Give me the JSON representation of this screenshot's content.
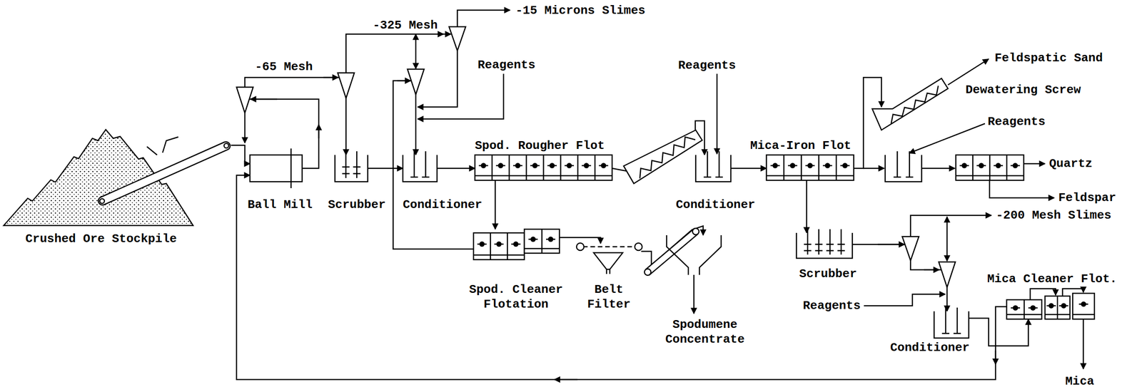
{
  "diagram": {
    "nodes": [
      {
        "text": [
          "Crushed Ore Stockpile"
        ]
      },
      {
        "text": [
          "Ball Mill"
        ]
      },
      {
        "text": [
          "Scrubber"
        ]
      },
      {
        "text": [
          "Conditioner"
        ]
      },
      {
        "text": [
          "Spod. Rougher Flot"
        ]
      },
      {
        "text": [
          "Spod. Cleaner Flotation"
        ]
      },
      {
        "text": [
          "Belt Filter"
        ]
      },
      {
        "text": [
          "Spodumene Concentrate"
        ]
      },
      {
        "text": [
          "Conditioner"
        ]
      },
      {
        "text": [
          "Mica-Iron Flot"
        ]
      },
      {
        "text": [
          "Dewatering Screw"
        ]
      },
      {
        "text": [
          "Scrubber"
        ]
      },
      {
        "text": [
          "Conditioner"
        ]
      },
      {
        "text": [
          "Mica Cleaner Flot."
        ]
      }
    ],
    "edges": [
      {
        "from": 0,
        "to": 1,
        "arrow": "to"
      },
      {
        "from": 1,
        "to": 2,
        "arrow": "to"
      },
      {
        "from": 2,
        "to": 3,
        "arrow": "to"
      },
      {
        "from": 3,
        "to": 4,
        "arrow": "to"
      },
      {
        "from": 4,
        "to": 5,
        "arrow": "to"
      },
      {
        "from": 5,
        "to": 3,
        "arrow": "to"
      },
      {
        "from": 5,
        "to": 6,
        "arrow": "to"
      },
      {
        "from": 6,
        "to": 7,
        "arrow": "to"
      },
      {
        "from": 4,
        "to": 8,
        "arrow": "to"
      },
      {
        "from": 8,
        "to": 9,
        "arrow": "to"
      },
      {
        "from": 9,
        "to": 10,
        "arrow": "to"
      },
      {
        "from": 9,
        "to": 11,
        "arrow": "to"
      },
      {
        "from": 11,
        "to": 12,
        "arrow": "to"
      },
      {
        "from": 12,
        "to": 13,
        "arrow": "to"
      },
      {
        "from": 13,
        "to": 1,
        "arrow": "to"
      }
    ],
    "labels": [
      "-65 Mesh",
      "-325 Mesh",
      "-15 Microns Slimes",
      "Reagents",
      "Reagents",
      "Feldspatic Sand",
      "Reagents",
      "Quartz",
      "Feldspar",
      "-200 Mesh Slimes",
      "Reagents",
      "Mica"
    ]
  }
}
